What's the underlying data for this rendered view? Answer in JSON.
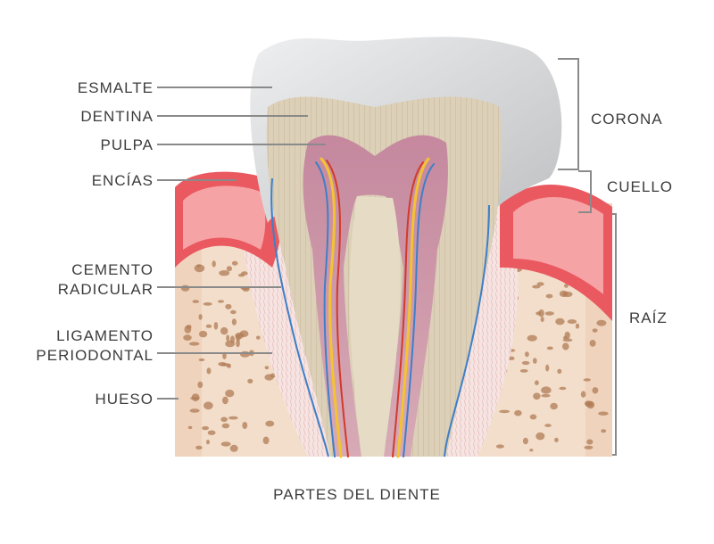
{
  "labels": {
    "esmalte": "ESMALTE",
    "dentina": "DENTINA",
    "pulpa": "PULPA",
    "encias": "ENCÍAS",
    "cemento_line1": "CEMENTO",
    "cemento_line2": "RADICULAR",
    "ligamento_line1": "LIGAMENTO",
    "ligamento_line2": "PERIODONTAL",
    "hueso": "HUESO",
    "corona": "CORONA",
    "cuello": "CUELLO",
    "raiz": "RAÍZ"
  },
  "caption": "PARTES DEL DIENTE",
  "colors": {
    "enamel": "#dcdddf",
    "dentin": "#d9cdb6",
    "pulp": "#c98ea3",
    "gum": "#e5464f",
    "bone": "#f2dcc8",
    "bone_pore": "#b07c55",
    "nerve_yellow": "#f4c430",
    "vessel_red": "#d23a2a",
    "vessel_blue": "#3e7fc8",
    "leader_line": "#8a8a8a",
    "text": "#3c3c3c"
  }
}
